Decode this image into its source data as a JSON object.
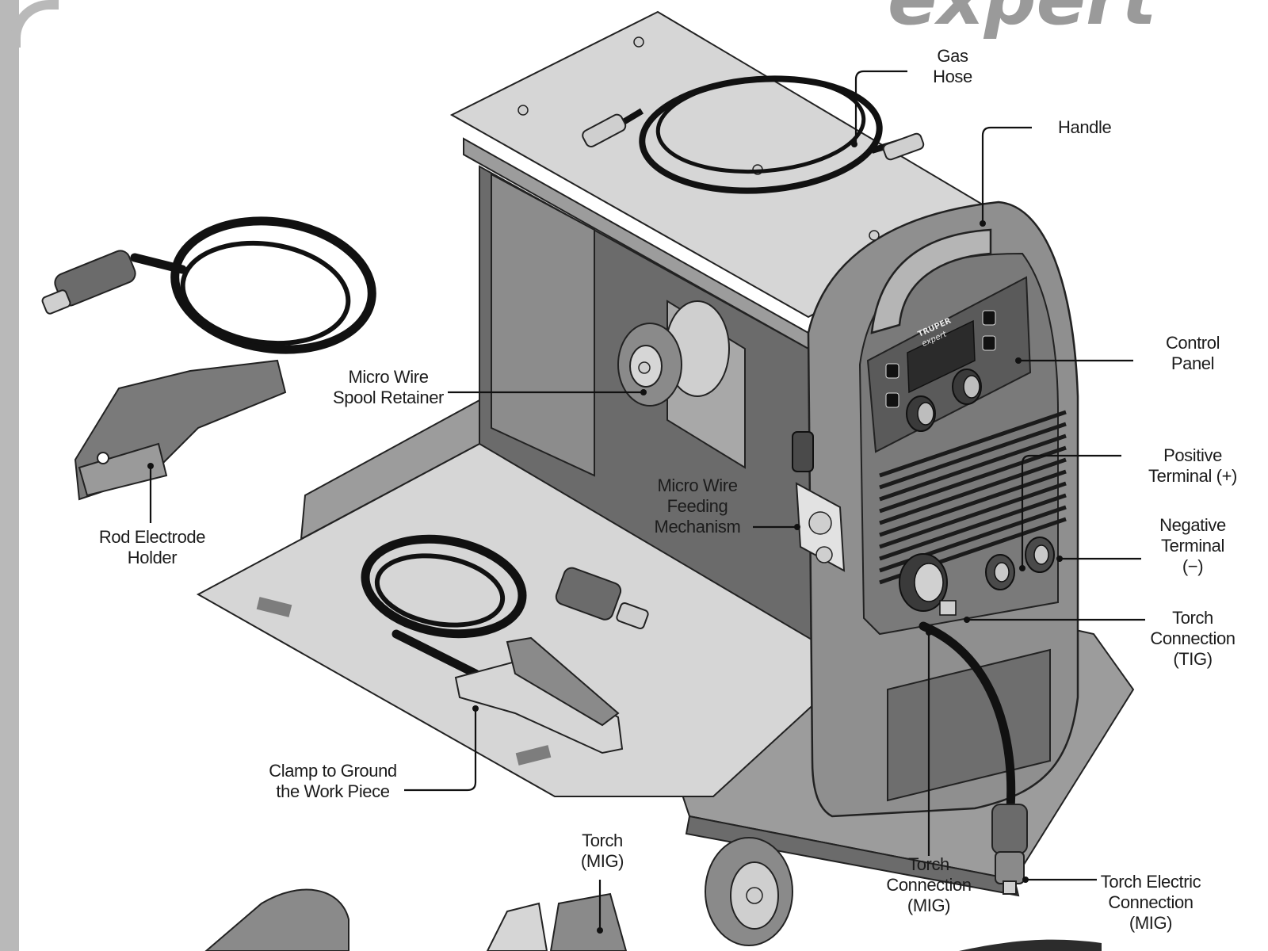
{
  "brand": {
    "logo_text": "expert"
  },
  "callouts": {
    "gas_hose": [
      "Gas",
      "Hose"
    ],
    "handle": [
      "Handle"
    ],
    "control_panel": [
      "Control",
      "Panel"
    ],
    "micro_wire_spool_retainer": [
      "Micro Wire",
      "Spool Retainer"
    ],
    "positive_terminal": [
      "Positive",
      "Terminal (+)"
    ],
    "negative_terminal": [
      "Negative",
      "Terminal",
      "(−)"
    ],
    "micro_wire_feeding_mechanism": [
      "Micro Wire",
      "Feeding",
      "Mechanism"
    ],
    "rod_electrode_holder": [
      "Rod Electrode",
      "Holder"
    ],
    "torch_connection_tig": [
      "Torch",
      "Connection",
      "(TIG)"
    ],
    "clamp_to_ground": [
      "Clamp to Ground",
      "the Work Piece"
    ],
    "torch_mig": [
      "Torch",
      "(MIG)"
    ],
    "torch_connection_mig": [
      "Torch",
      "Connection",
      "(MIG)"
    ],
    "torch_electric_connection_mig": [
      "Torch Electric",
      "Connection",
      "(MIG)"
    ]
  },
  "panel_logo": {
    "line1": "TRUPER",
    "line2": "expert"
  },
  "colors": {
    "line": "#111111",
    "metal_light": "#d6d6d6",
    "metal_mid": "#9c9c9c",
    "metal_dark": "#6b6b6b",
    "rail": "#b9b9b9"
  }
}
